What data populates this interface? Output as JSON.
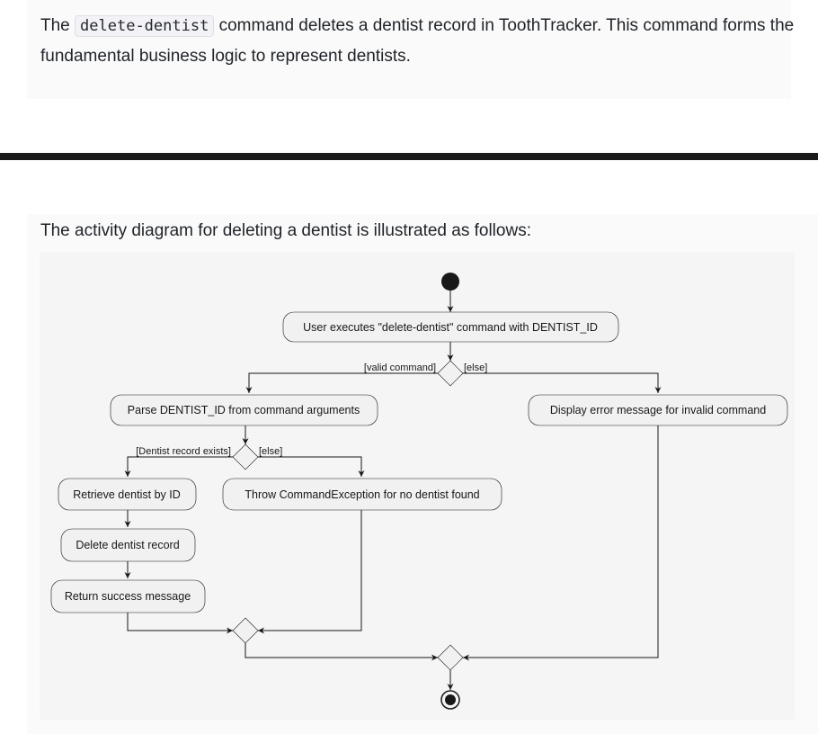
{
  "intro": {
    "prefix": "The",
    "command": "delete-dentist",
    "rest": "command deletes a dentist record in ToothTracker. This command forms the fundamental business logic to represent dentists."
  },
  "diagram_intro": "The activity diagram for deleting a dentist is illustrated as follows:",
  "diagram": {
    "nodes": {
      "user_exec": "User executes \"delete-dentist\" command with DENTIST_ID",
      "parse": "Parse DENTIST_ID from command arguments",
      "display_error": "Display error message for invalid command",
      "retrieve": "Retrieve dentist by ID",
      "throw": "Throw CommandException for no dentist found",
      "delete": "Delete dentist record",
      "return_success": "Return success message"
    },
    "guards": {
      "valid": "[valid command]",
      "else1": "[else]",
      "exists": "[Dentist record exists]",
      "else2": "[else]"
    }
  }
}
